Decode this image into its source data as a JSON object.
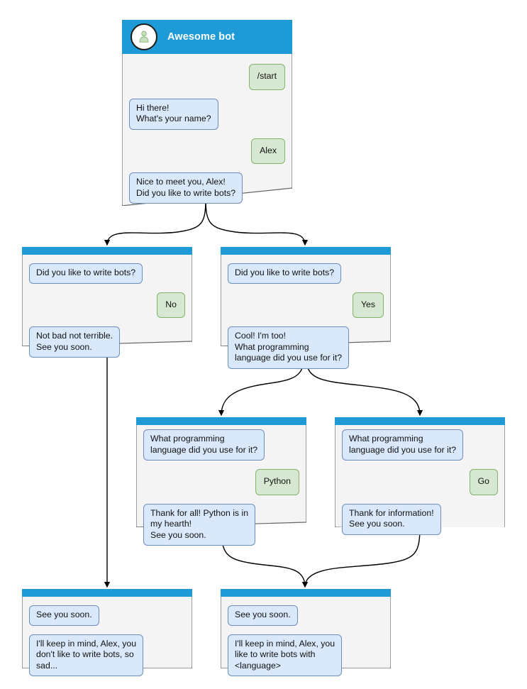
{
  "diagram": {
    "type": "chatbot-conversation-flowchart",
    "accent_header_color": "#1e9bd7",
    "bot_bubble_fill": "#d9e8fb",
    "bot_bubble_border": "#6c8ebf",
    "user_bubble_fill": "#d6e8d2",
    "user_bubble_border": "#82b366",
    "node_fill": "#f4f4f4",
    "node_border": "#666666",
    "edge_color": "#000000"
  },
  "nodes": [
    {
      "id": "start",
      "title": "Awesome bot",
      "has_titlebar": true,
      "avatar_icon": "user-avatar-icon",
      "messages": [
        {
          "side": "user",
          "text": "/start"
        },
        {
          "side": "bot",
          "text": "Hi there!\nWhat's your name?"
        },
        {
          "side": "user",
          "text": "Alex"
        },
        {
          "side": "bot",
          "text": "Nice to meet you, Alex!\nDid you like to write bots?"
        }
      ]
    },
    {
      "id": "answer-no",
      "has_titlebar": false,
      "messages": [
        {
          "side": "bot",
          "text": "Did you like to write bots?"
        },
        {
          "side": "user",
          "text": "No"
        },
        {
          "side": "bot",
          "text": "Not bad not terrible.\nSee you soon."
        }
      ]
    },
    {
      "id": "answer-yes",
      "has_titlebar": false,
      "messages": [
        {
          "side": "bot",
          "text": "Did you like to write bots?"
        },
        {
          "side": "user",
          "text": "Yes"
        },
        {
          "side": "bot",
          "text": "Cool! I'm too!\nWhat programming\nlanguage did you use for it?"
        }
      ]
    },
    {
      "id": "answer-python",
      "has_titlebar": false,
      "messages": [
        {
          "side": "bot",
          "text": "What programming\nlanguage did you use for it?"
        },
        {
          "side": "user",
          "text": "Python"
        },
        {
          "side": "bot",
          "text": "Thank for all! Python is in\nmy hearth!\nSee you soon."
        }
      ]
    },
    {
      "id": "answer-go",
      "has_titlebar": false,
      "messages": [
        {
          "side": "bot",
          "text": "What programming\nlanguage did you use for it?"
        },
        {
          "side": "user",
          "text": "Go"
        },
        {
          "side": "bot",
          "text": "Thank for information!\nSee you soon."
        }
      ]
    },
    {
      "id": "end-no",
      "has_titlebar": false,
      "messages": [
        {
          "side": "bot",
          "text": "See you soon."
        },
        {
          "side": "bot",
          "text": "I'll keep in mind, Alex, you\ndon't like to write bots, so\nsad..."
        }
      ]
    },
    {
      "id": "end-yes",
      "has_titlebar": false,
      "messages": [
        {
          "side": "bot",
          "text": "See you soon."
        },
        {
          "side": "bot",
          "text": "I'll keep in mind, Alex, you\nlike to write bots with\n<language>"
        }
      ]
    }
  ]
}
